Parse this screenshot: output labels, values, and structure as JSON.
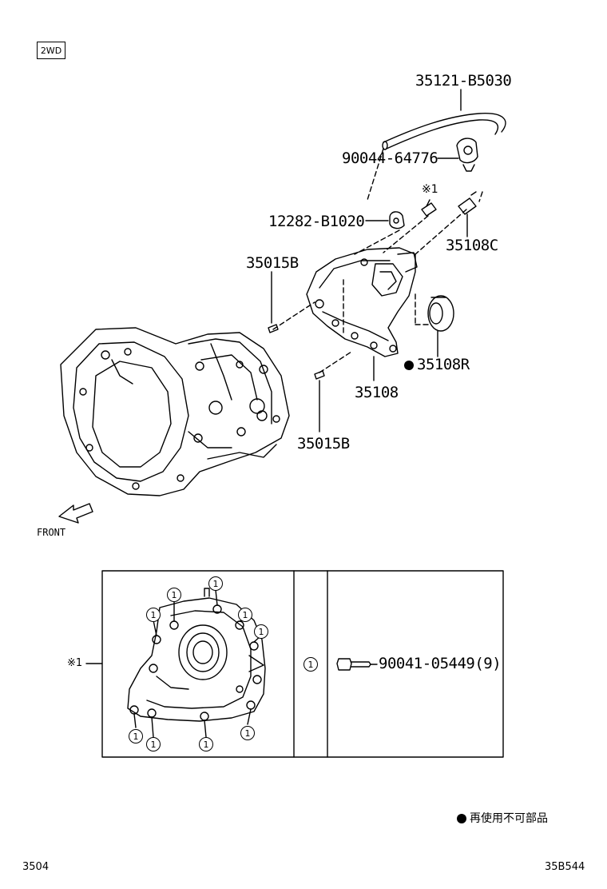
{
  "variant_tag": "2WD",
  "parts": {
    "hose": "35121-B5030",
    "clamp": "90044-64776",
    "note_mark": "※1",
    "bracket": "12282-B1020",
    "plug": "35108C",
    "pin_upper": "35015B",
    "seal": "35108R",
    "extension_housing": "35108",
    "pin_lower": "35015B"
  },
  "front_label": "FRONT",
  "detail": {
    "ref_mark": "※1",
    "bolt_mark": "1",
    "bolt_number": "90041-05449(9)"
  },
  "legend": {
    "text": "再使用不可部品"
  },
  "footer": {
    "left_code": "3504",
    "right_code": "35B544"
  }
}
